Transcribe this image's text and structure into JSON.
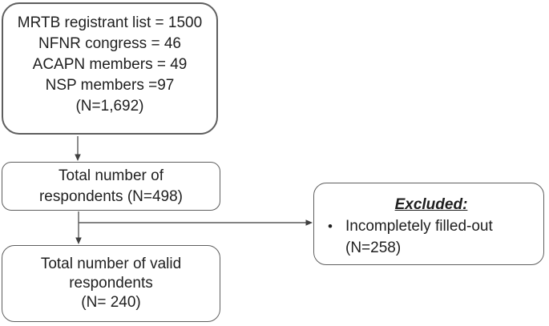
{
  "boxes": {
    "source": {
      "lines": [
        "MRTB registrant list = 1500",
        "NFNR congress = 46",
        "ACAPN members = 49",
        "NSP members =97",
        "(N=1,692)"
      ]
    },
    "respondents": {
      "lines": [
        "Total number of",
        "respondents (N=498)"
      ]
    },
    "valid": {
      "lines": [
        "Total number of valid",
        "respondents",
        "(N= 240)"
      ]
    },
    "excluded": {
      "title": "Excluded:",
      "bullet": "•",
      "lines": [
        "Incompletely filled-out",
        "(N=258)"
      ]
    }
  },
  "colors": {
    "background": "#ffffff",
    "box_border": "#5e5e5e",
    "arrow_line": "#5a5a5a",
    "arrow_head": "#3f3f3f",
    "text": "#1f1f1f"
  }
}
